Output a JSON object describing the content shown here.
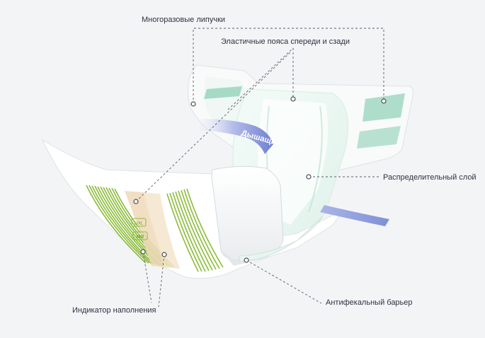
{
  "labels": {
    "velcro": "Многоразовые липучки",
    "waist": "Эластичные пояса спереди и сзади",
    "distribution": "Распределительный слой",
    "barrier": "Антифекальный барьер",
    "indicator": "Индикатор наполнения"
  },
  "ribbon_text": "Дышащий",
  "size_marks": [
    "L/XL",
    "M/2"
  ],
  "colors": {
    "background": "#f3f4f6",
    "leader_line": "#5a5c66",
    "green_stripes": "#8cbc3a",
    "teal_tabs": "#8ed0b8",
    "indicator_beige": "#e8cba3",
    "breathable_ribbon": "#7f8fd6"
  }
}
